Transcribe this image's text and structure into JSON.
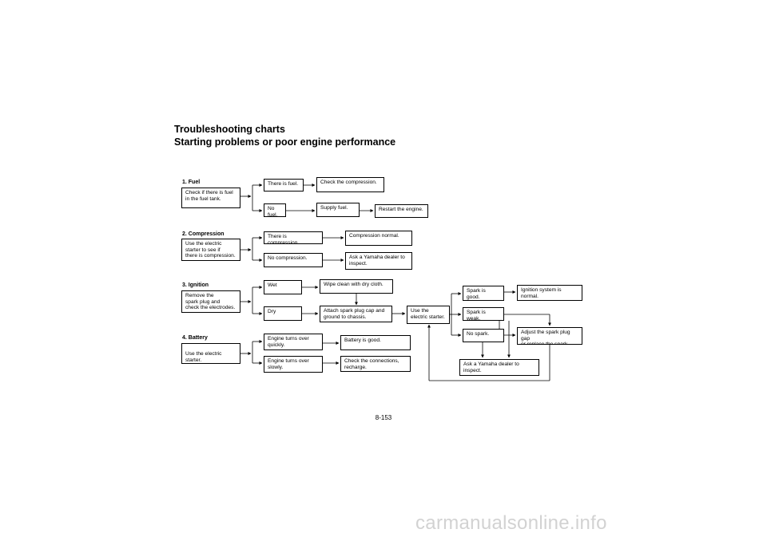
{
  "header": {
    "title": "Troubleshooting charts",
    "subtitle": "Starting problems or poor engine performance"
  },
  "sections": {
    "fuel": {
      "label": "1. Fuel",
      "check": "Check if there is fuel\nin the fuel tank.",
      "yes": "There is fuel.",
      "yes_action": "Check the compression.",
      "no": "No fuel.",
      "no_action": "Supply fuel.",
      "no_result": "Restart the engine."
    },
    "compression": {
      "label": "2. Compression",
      "check": "Use the electric\nstarter to see if\nthere is compression.",
      "yes": "There is compression.",
      "yes_result": "Compression normal.",
      "no": "No compression.",
      "no_result": "Ask a Yamaha dealer to\ninspect."
    },
    "ignition": {
      "label": "3. Ignition",
      "check": "Remove the\nspark plug and\ncheck the electrodes.",
      "wet": "Wet",
      "wet_action": "Wipe clean with dry cloth.",
      "dry": "Dry",
      "dry_action": "Attach spark plug cap and\nground to chassis.",
      "starter": "Use the\nelectric starter.",
      "good": "Spark is good.",
      "good_result": "Ignition system is\nnormal.",
      "weak": "Spark is weak.",
      "none": "No spark.",
      "adjust": "Adjust the spark plug gap\nor replace the spark plug.",
      "dealer": "Ask a Yamaha dealer to\ninspect."
    },
    "battery": {
      "label": "4. Battery",
      "check": "Use the electric starter.",
      "quick": "Engine turns over\nquickly.",
      "quick_result": "Battery is good.",
      "slow": "Engine turns over\nslowly.",
      "slow_result": "Check the connections,\nrecharge."
    }
  },
  "footer": {
    "page_number": "8-153",
    "watermark": "carmanualsonline.info"
  }
}
